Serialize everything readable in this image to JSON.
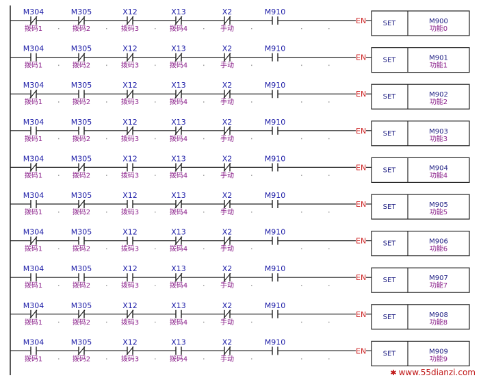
{
  "contact_names": [
    "M304",
    "M305",
    "X12",
    "X13",
    "X2",
    "M910"
  ],
  "contact_comments": [
    "拨码1",
    "拨码2",
    "拨码3",
    "拨码4",
    "手动",
    ""
  ],
  "en_label": "EN",
  "instr_label": "SET",
  "rungs": [
    {
      "types": [
        "nc",
        "nc",
        "nc",
        "nc",
        "nc",
        "no"
      ],
      "coil": "M900",
      "comment": "功能0"
    },
    {
      "types": [
        "no",
        "nc",
        "nc",
        "nc",
        "nc",
        "no"
      ],
      "coil": "M901",
      "comment": "功能1"
    },
    {
      "types": [
        "nc",
        "no",
        "nc",
        "nc",
        "nc",
        "no"
      ],
      "coil": "M902",
      "comment": "功能2"
    },
    {
      "types": [
        "no",
        "no",
        "nc",
        "nc",
        "nc",
        "no"
      ],
      "coil": "M903",
      "comment": "功能3"
    },
    {
      "types": [
        "nc",
        "nc",
        "no",
        "nc",
        "nc",
        "no"
      ],
      "coil": "M904",
      "comment": "功能4"
    },
    {
      "types": [
        "no",
        "nc",
        "no",
        "nc",
        "nc",
        "no"
      ],
      "coil": "M905",
      "comment": "功能5"
    },
    {
      "types": [
        "nc",
        "no",
        "no",
        "nc",
        "nc",
        "no"
      ],
      "coil": "M906",
      "comment": "功能6"
    },
    {
      "types": [
        "no",
        "no",
        "no",
        "nc",
        "nc",
        "no"
      ],
      "coil": "M907",
      "comment": "功能7"
    },
    {
      "types": [
        "nc",
        "nc",
        "nc",
        "no",
        "nc",
        "no"
      ],
      "coil": "M908",
      "comment": "功能8"
    },
    {
      "types": [
        "no",
        "nc",
        "nc",
        "no",
        "nc",
        "no"
      ],
      "coil": "M909",
      "comment": "功能9"
    }
  ],
  "watermark": "www.55dianzi.com"
}
